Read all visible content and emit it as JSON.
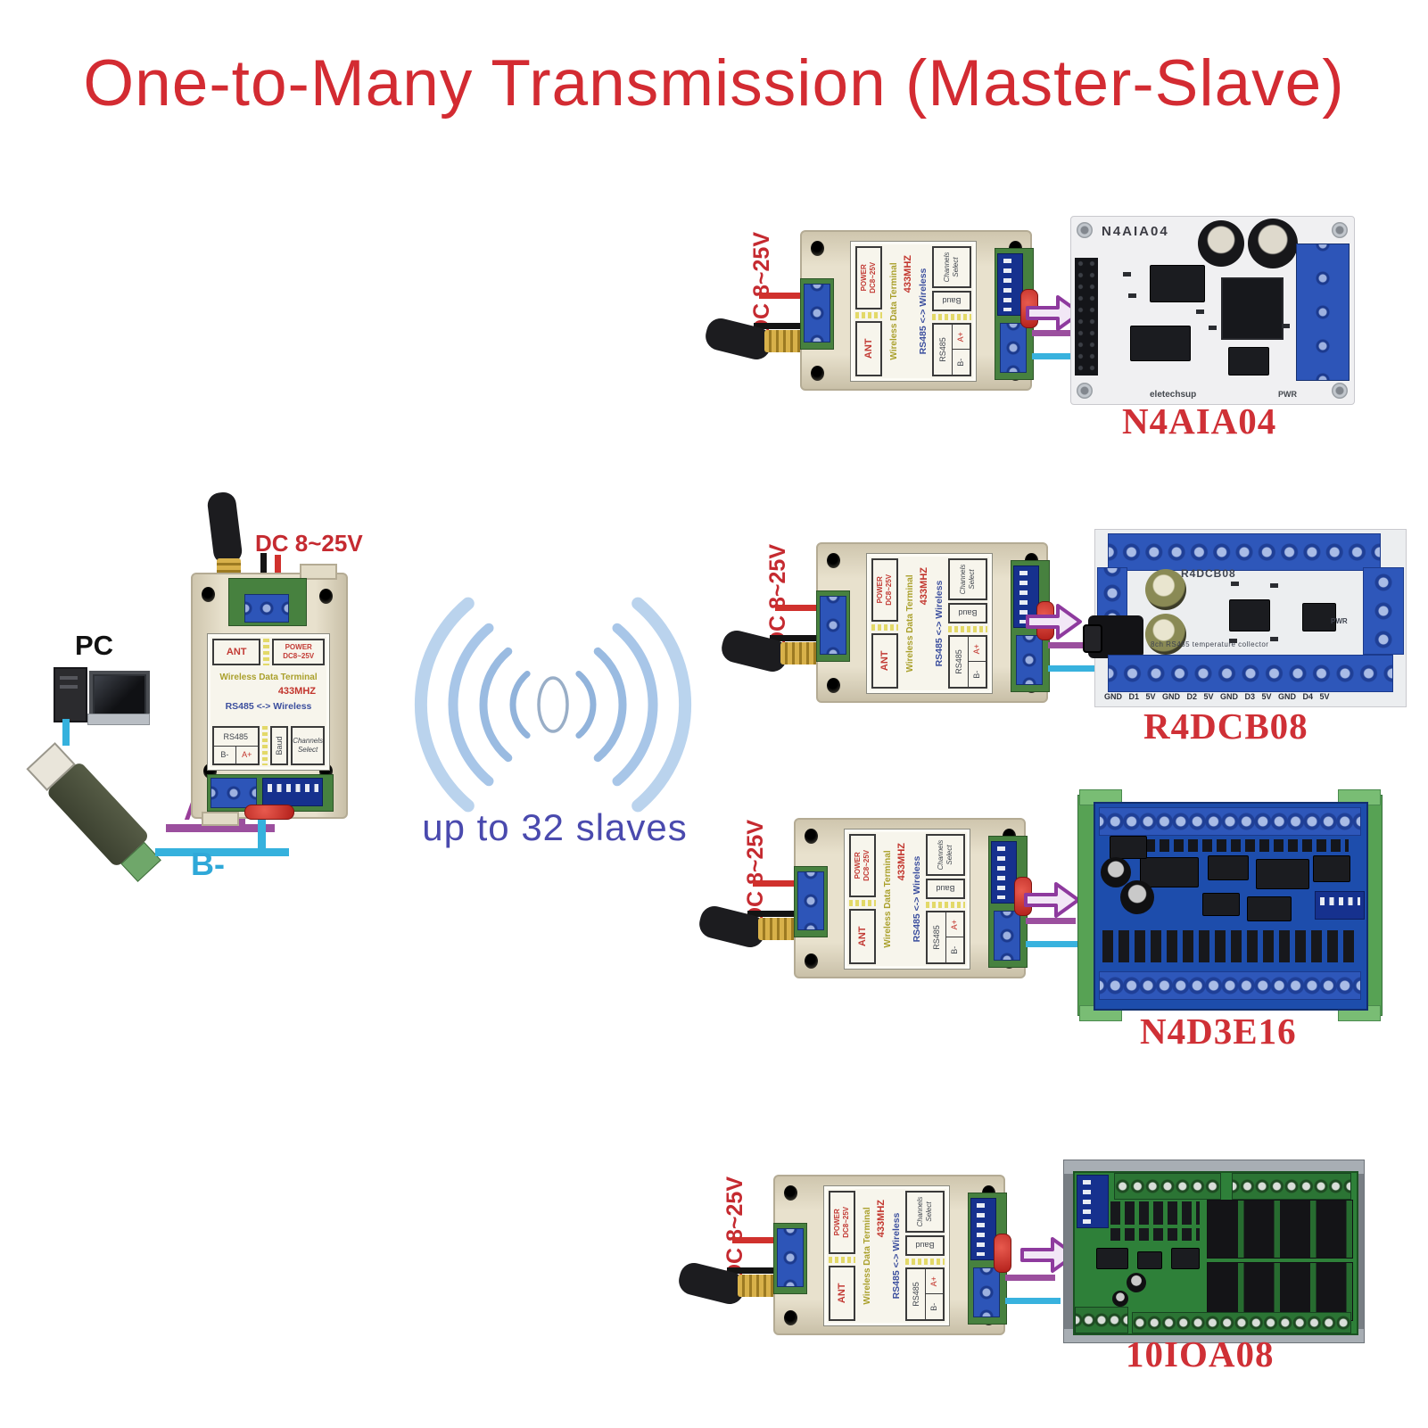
{
  "title": "One-to-Many Transmission (Master-Slave)",
  "dc_label": "DC 8~25V",
  "wireless_caption": "up to 32 slaves",
  "master": {
    "pc_label": "PC",
    "a_plus": "A+",
    "b_minus": "B-"
  },
  "sticker": {
    "ant": "ANT",
    "power_line1": "POWER",
    "power_line2": "DC8~25V",
    "title": "Wireless Data Terminal",
    "model": "433MHZ",
    "subtitle": "RS485 <-> Wireless",
    "rs485": "RS485",
    "b_minus": "B-",
    "a_plus": "A+",
    "baud": "Baud",
    "channels_line1": "Channels",
    "channels_line2": "Select"
  },
  "slaves": [
    {
      "board_label": "N4AIA04",
      "silkscreen": "N4AIA04",
      "brand": "eletechsup",
      "pwr": "PWR"
    },
    {
      "board_label": "R4DCB08",
      "silkscreen": "R4DCB08",
      "pwr": "PWR",
      "terminal_labels": "GND D1 5V GND D2 5V GND D3 5V GND D4 5V",
      "note": "8ch RS485 temperature collector"
    },
    {
      "board_label": "N4D3E16"
    },
    {
      "board_label": "10IOA08"
    }
  ],
  "colors": {
    "title_red": "#d32b32",
    "board_label_red": "#cf3036",
    "caption_blue": "#4a4aae",
    "dc_label_red": "#c52a30",
    "a_plus_purple": "#993d99",
    "b_minus_cyan": "#2fa8d8",
    "arrow_purple": "#8e3a9e",
    "wave_blue": "#9fc0e6"
  }
}
